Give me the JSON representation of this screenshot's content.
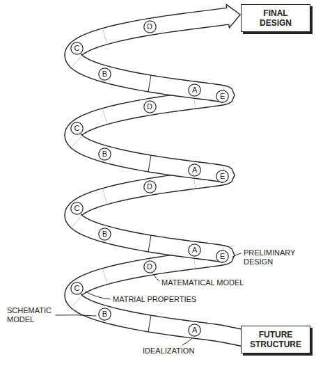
{
  "diagram": {
    "nodes": [
      {
        "text": [
          "FINAL DESIGN"
        ]
      },
      {
        "text": [
          "D"
        ]
      },
      {
        "text": [
          "C"
        ]
      },
      {
        "text": [
          "B"
        ]
      },
      {
        "text": [
          "A"
        ]
      },
      {
        "text": [
          "E"
        ]
      },
      {
        "text": [
          "D"
        ]
      },
      {
        "text": [
          "C"
        ]
      },
      {
        "text": [
          "B"
        ]
      },
      {
        "text": [
          "A"
        ]
      },
      {
        "text": [
          "E"
        ]
      },
      {
        "text": [
          "D"
        ]
      },
      {
        "text": [
          "C"
        ]
      },
      {
        "text": [
          "B"
        ]
      },
      {
        "text": [
          "A"
        ]
      },
      {
        "text": [
          "E"
        ]
      },
      {
        "text": [
          "D"
        ]
      },
      {
        "text": [
          "C"
        ]
      },
      {
        "text": [
          "B"
        ]
      },
      {
        "text": [
          "A"
        ]
      },
      {
        "text": [
          "FUTURE STRUCTURE"
        ]
      }
    ],
    "labels": [
      "MATEMATICAL MODEL",
      "PRELIMINARY DESIGN",
      "MATRIAL PROPERTIES",
      "SCHEMATIC MODEL",
      "IDEALIZATION"
    ]
  }
}
